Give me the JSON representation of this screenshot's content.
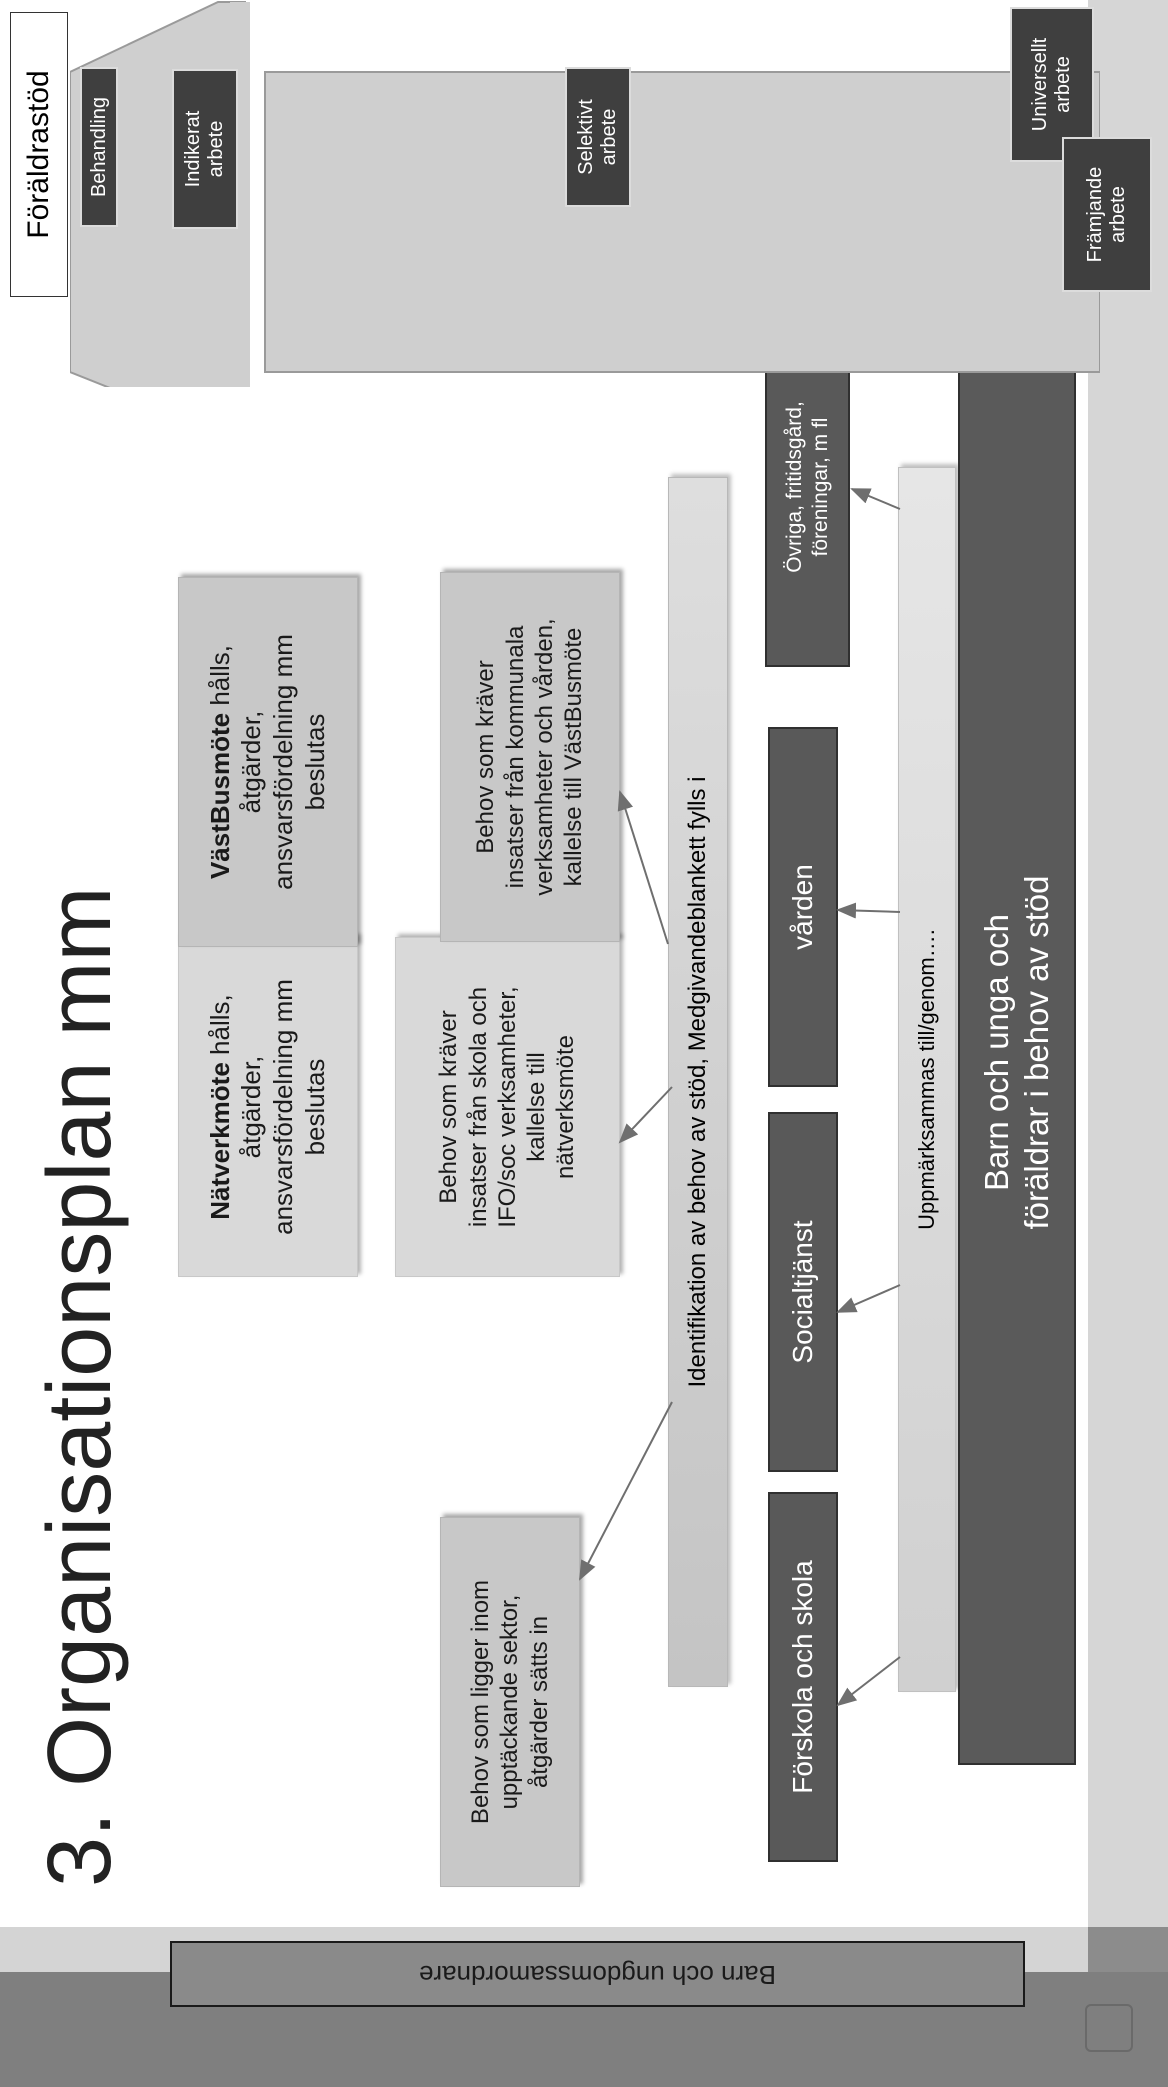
{
  "slide_title": "3. Organisationsplan mm",
  "sidebar_label": "Barn och ungdomssamordnare",
  "parent_support": {
    "heading": "Föräldrastöd",
    "levels": [
      "Behandling",
      "Indikerat\narbete",
      "Selektivt\narbete",
      "Universellt\narbete",
      "Främjande\narbete"
    ]
  },
  "left_box": "Behov som ligger inom\nupptäckande sektor,\nåtgärder sätts in",
  "natverk": {
    "meeting_bold": "Nätverkmöte",
    "meeting_rest": " hålls,\nåtgärder,\nansvarsfördelning mm\nbeslutas",
    "needs": "Behov som kräver\ninsatser från skola och\nIFO/soc verksamheter,\nkallelse till\nnätverksmöte"
  },
  "vastbus": {
    "meeting_bold": "VästBusmöte",
    "meeting_rest": " hålls,\nåtgärder,\nansvarsfördelning mm\nbeslutas",
    "needs": "Behov som kräver\ninsatser från kommunala\nverksamheter och vården,\nkallelse till VästBusmöte"
  },
  "identification_bar": "Identifikation av behov av stöd, Medgivandeblankett fylls i",
  "sectors": [
    "Förskola och skola",
    "Socialtjänst",
    "vården"
  ],
  "other_sector": "Övriga, fritidsgård,\nföreningar, m fl",
  "noticed_bar": "Uppmärksammas till/genom….",
  "base_bar": "Barn och unga och\nföräldrar i behov av stöd",
  "colors": {
    "dark_box": "#595959",
    "light_box": "#c8c8c8",
    "sidebar": "#7f7f7f",
    "arrow": "#cfcfcf"
  }
}
